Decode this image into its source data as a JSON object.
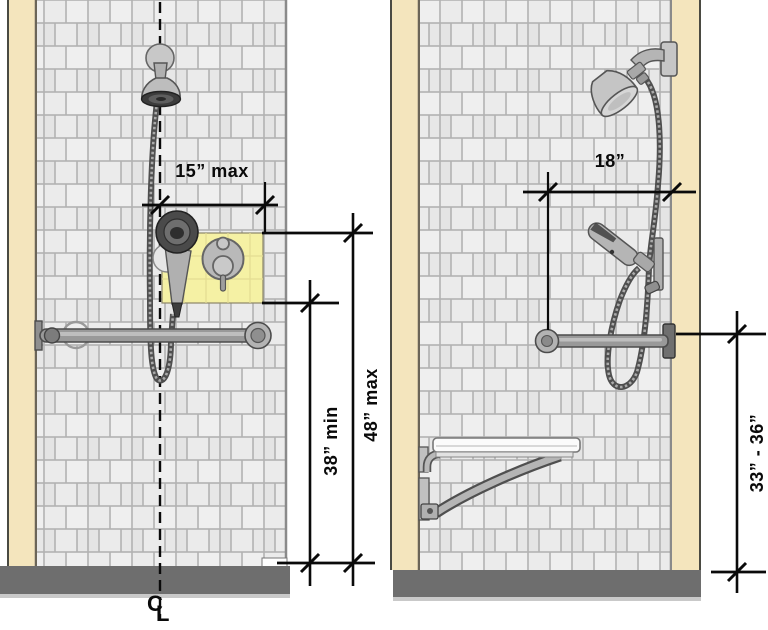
{
  "left_elevation": {
    "dimension_centerline_to_control_wall": "15” max",
    "dimension_control_area_bottom_height": "38” min",
    "dimension_control_area_top_height": "48” max",
    "centerline_symbol_top": "C",
    "centerline_symbol_bottom": "L"
  },
  "right_elevation": {
    "dimension_grab_bar_to_back_wall": "18”",
    "dimension_grab_bar_height": "33” - 36”"
  },
  "colors": {
    "wall_section_beige": "#f4e5bd",
    "tile_fill": "#ebebeb",
    "tile_grout": "#b2b2b2",
    "floor_gray": "#6e6e6e",
    "control_highlight_yellow": "#f5f1a4",
    "dimension_black": "#0a0a0a",
    "fixture_gray": "#b5b5b5"
  }
}
